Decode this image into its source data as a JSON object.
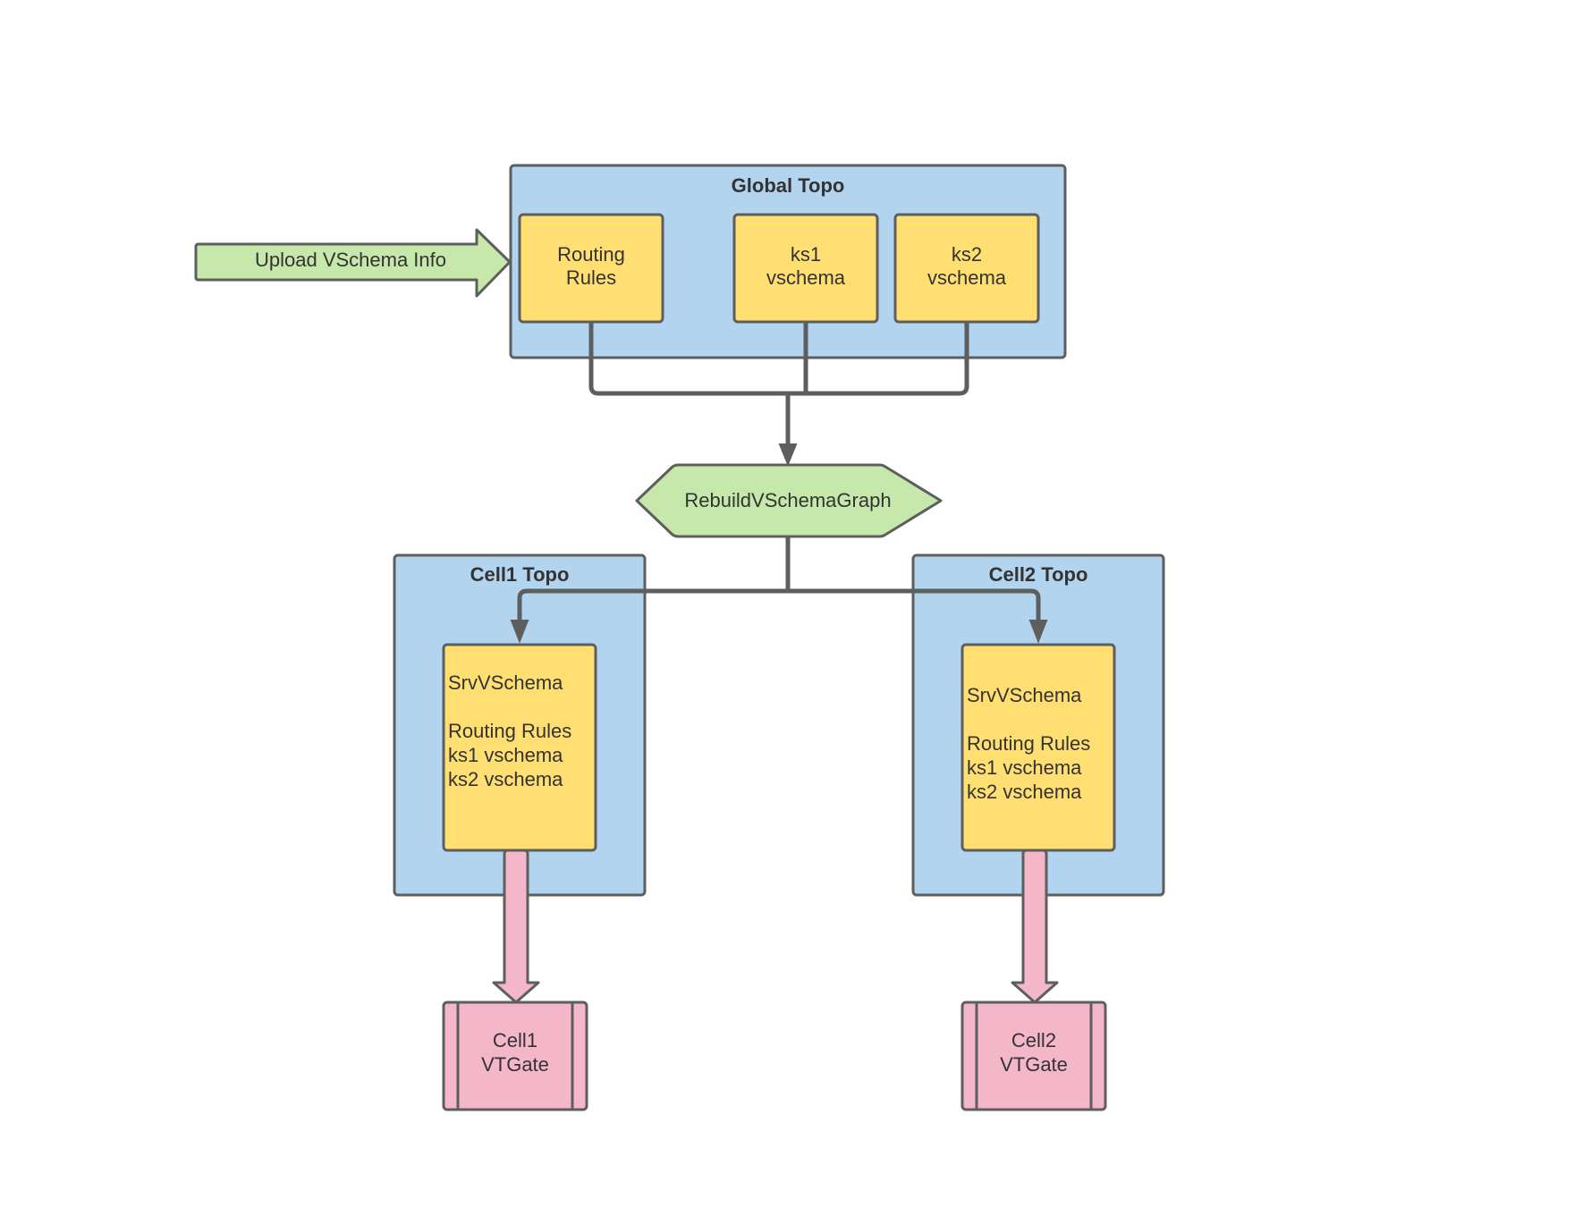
{
  "colors": {
    "blue_container": "#b3d4ee",
    "yellow_box": "#ffdf71",
    "green_shape": "#c6e8ab",
    "pink_shape": "#f4b6c9",
    "stroke": "#5e5e5e",
    "text": "#333333"
  },
  "global_topo": {
    "title": "Global Topo",
    "routing_rules": {
      "line1": "Routing",
      "line2": "Rules"
    },
    "ks1": {
      "line1": "ks1",
      "line2": "vschema"
    },
    "ks2": {
      "line1": "ks2",
      "line2": "vschema"
    }
  },
  "upload": {
    "label": "Upload VSchema Info"
  },
  "rebuild": {
    "label": "RebuildVSchemaGraph"
  },
  "cell1": {
    "title": "Cell1 Topo",
    "srv": {
      "heading": "SrvVSchema",
      "line1": "Routing Rules",
      "line2": "ks1 vschema",
      "line3": "ks2 vschema"
    },
    "vtgate": {
      "line1": "Cell1",
      "line2": "VTGate"
    }
  },
  "cell2": {
    "title": "Cell2 Topo",
    "srv": {
      "heading": "SrvVSchema",
      "line1": "Routing Rules",
      "line2": "ks1 vschema",
      "line3": "ks2 vschema"
    },
    "vtgate": {
      "line1": "Cell2",
      "line2": "VTGate"
    }
  }
}
